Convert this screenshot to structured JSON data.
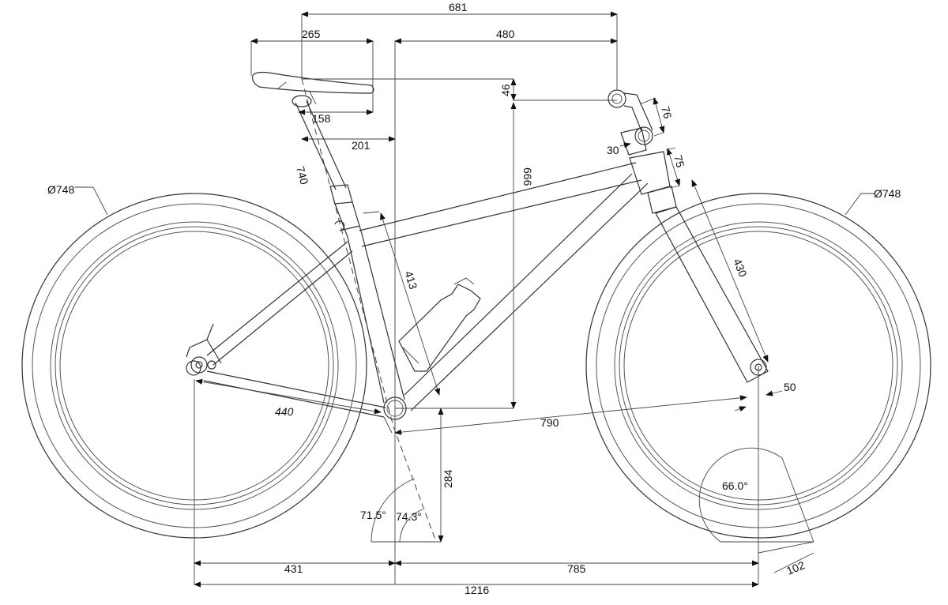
{
  "title": "Bicycle frame geometry drawing",
  "dimensions": {
    "wheel_diameter_rear": "Ø748",
    "wheel_diameter_front": "Ø748",
    "saddle_to_bar_reach": "681",
    "saddle_length": "265",
    "reach": "480",
    "saddle_nose_offset": "158",
    "saddle_setback": "201",
    "bar_drop": "46",
    "stack": "666",
    "stem_rise": "76",
    "spacer": "30",
    "head_tube": "75",
    "fork_length": "430",
    "fork_offset": "50",
    "seat_tube_length": "413",
    "saddle_height": "740",
    "chainstay": "440",
    "front_center": "790",
    "bb_height": "284",
    "rear_center_horizontal": "431",
    "front_center_horizontal": "785",
    "wheelbase": "1216",
    "trail": "102",
    "head_angle": "66.0°",
    "seat_angle_actual": "71.5°",
    "seat_angle_effective": "74.3°"
  }
}
